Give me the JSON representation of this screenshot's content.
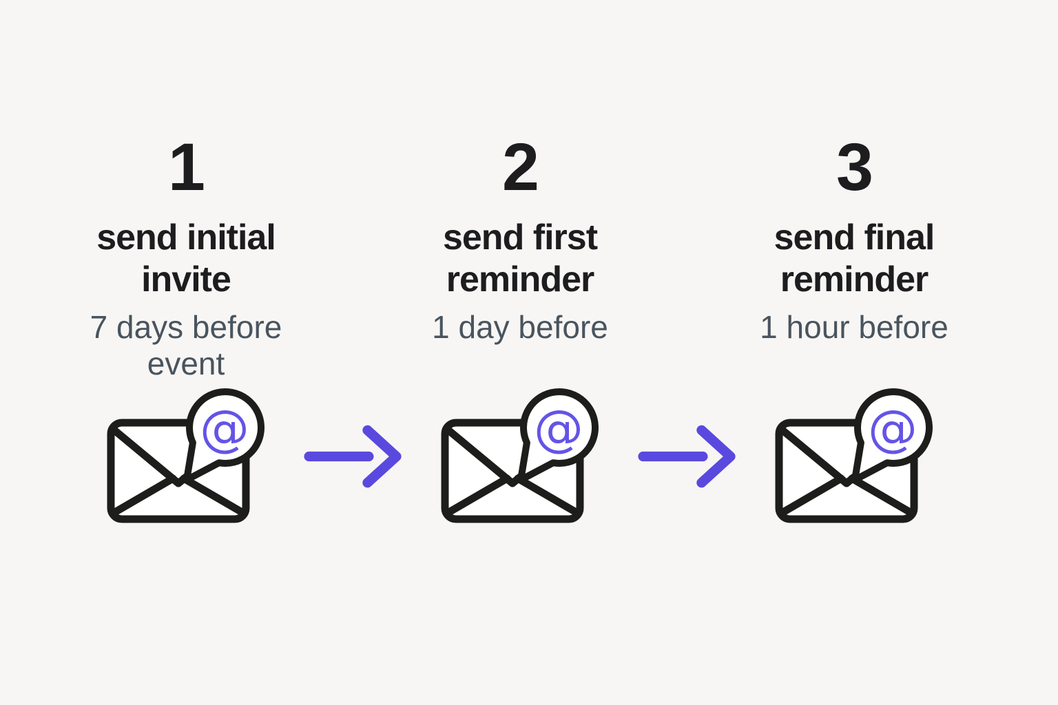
{
  "page": {
    "background": "#f7f6f4",
    "description": "three step email invite and reminder timeline"
  },
  "colors": {
    "heading_text": "#1d1d1f",
    "timing_text": "#49545e",
    "icon_outline": "#1d1d1b",
    "arrow": "#5a49de",
    "at_sign": "#6454e6"
  },
  "steps": [
    {
      "number": "1",
      "title": "send initial invite",
      "timing": "7 days before event",
      "icon": "envelope-at-icon"
    },
    {
      "number": "2",
      "title": "send first reminder",
      "timing": "1 day before",
      "icon": "envelope-at-icon"
    },
    {
      "number": "3",
      "title": "send final reminder",
      "timing": "1 hour before",
      "icon": "envelope-at-icon"
    }
  ],
  "arrows": [
    {
      "icon": "arrow-right-icon"
    },
    {
      "icon": "arrow-right-icon"
    }
  ],
  "at_symbol": "@"
}
